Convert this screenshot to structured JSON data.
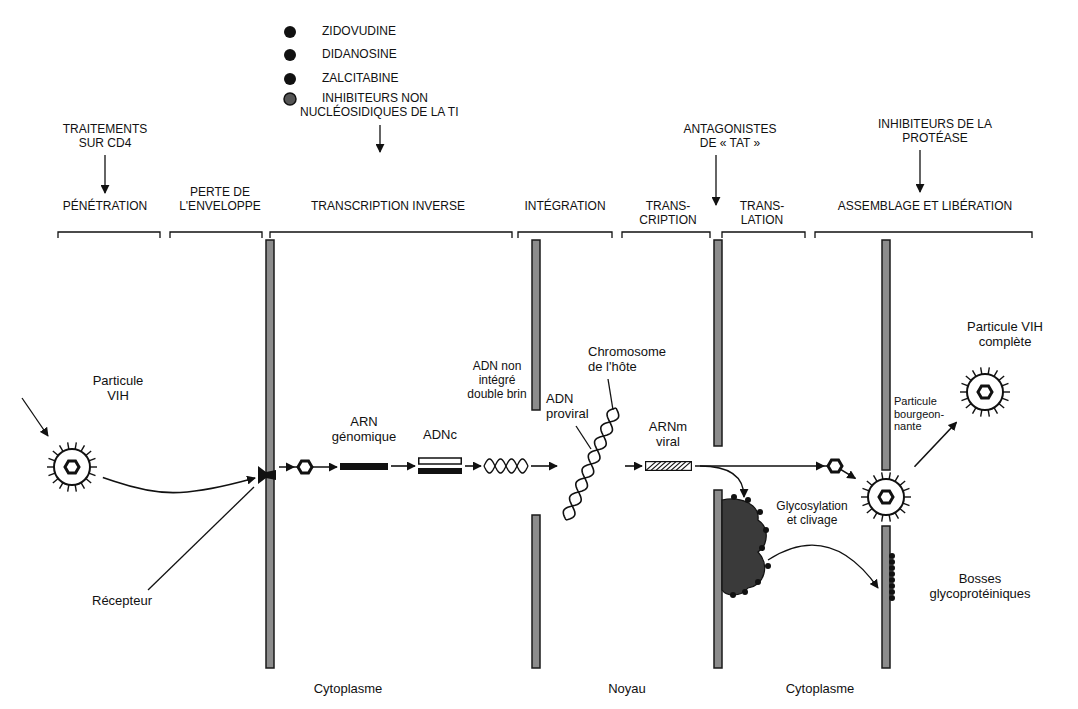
{
  "diagram": {
    "nodes": [
      {
        "text": [
          "Particule VIH"
        ]
      },
      {
        "text": [
          "Récepteur"
        ]
      },
      {
        "text": [
          "ARN génomique"
        ]
      },
      {
        "text": [
          "ADNc"
        ]
      },
      {
        "text": [
          "ADN non intégré double brin"
        ]
      },
      {
        "text": [
          "Chromosome de l'hôte",
          "ADN proviral"
        ]
      },
      {
        "text": [
          "ARNm viral"
        ]
      },
      {
        "text": [
          "Particule bourgeon- nante"
        ]
      },
      {
        "text": [
          "Particule VIH complète"
        ]
      }
    ],
    "edges": [
      {
        "from": 0,
        "to": 1,
        "arrow": "to"
      },
      {
        "from": 1,
        "to": 2,
        "arrow": "to"
      },
      {
        "from": 2,
        "to": 3,
        "arrow": "to"
      },
      {
        "from": 3,
        "to": 4,
        "arrow": "to"
      },
      {
        "from": 4,
        "to": 5,
        "arrow": "to"
      },
      {
        "from": 5,
        "to": 6,
        "arrow": "to"
      },
      {
        "from": 6,
        "to": 7,
        "arrow": "to"
      },
      {
        "from": 7,
        "to": 8,
        "arrow": "to"
      }
    ],
    "labels": [
      "TRAITEMENTS SUR CD4",
      "ZIDOVUDINE",
      "DIDANOSINE",
      "ZALCITABINE",
      "INHIBITEURS NON NUCLÉOSIDIQUES DE LA TI",
      "ANTAGONISTES DE « TAT »",
      "INHIBITEURS DE LA PROTÉASE",
      "PÉNÉTRATION",
      "PERTE DE L'ENVELOPPE",
      "TRANSCRIPTION INVERSE",
      "INTÉGRATION",
      "TRANS- CRIPTION",
      "TRANS- LATION",
      "ASSEMBLAGE ET LIBÉRATION",
      "Glycosylation et clivage",
      "Bosses glycoprotéiniques",
      "Cytoplasme",
      "Noyau",
      "Cytoplasme"
    ]
  }
}
